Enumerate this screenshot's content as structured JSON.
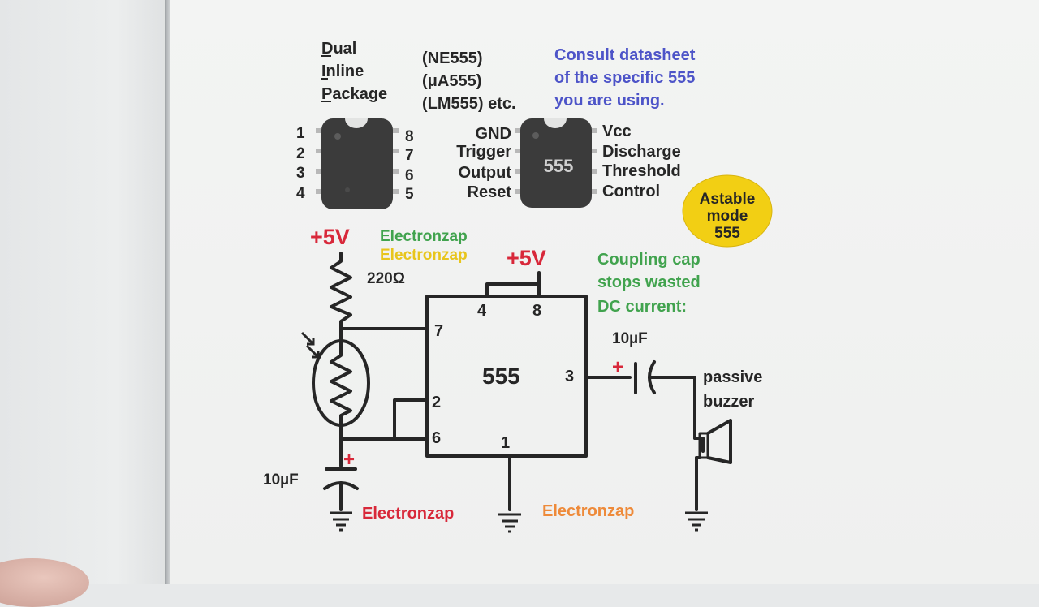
{
  "package_labels": {
    "line1": "Dual",
    "line2": "Inline",
    "line3": "Package"
  },
  "part_numbers": [
    "(NE555)",
    "(μA555)",
    "(LM555) etc."
  ],
  "note": {
    "line1": "Consult datasheet",
    "line2": "of the specific 555",
    "line3": "you are using."
  },
  "dip_pins_left": [
    "1",
    "2",
    "3",
    "4"
  ],
  "dip_pins_right": [
    "8",
    "7",
    "6",
    "5"
  ],
  "pin_names_left": [
    "GND",
    "Trigger",
    "Output",
    "Reset"
  ],
  "pin_names_right": [
    "Vcc",
    "Discharge",
    "Threshold",
    "Control"
  ],
  "chip_label": "555",
  "badge": {
    "line1": "Astable",
    "line2": "mode",
    "line3": "555",
    "color": "#f2cf14"
  },
  "supply_left": "+5V",
  "supply_right": "+5V",
  "watermarks": {
    "top_green": "Electronzap",
    "top_yellow": "Electronzap",
    "bottom_red": "Electronzap",
    "bottom_orange": "Electronzap"
  },
  "coupling_note": {
    "line1": "Coupling cap",
    "line2": "stops wasted",
    "line3": "DC current:"
  },
  "resistor_value": "220Ω",
  "cap_left_value": "10µF",
  "cap_right_value": "10µF",
  "ic": {
    "label": "555",
    "pin4": "4",
    "pin8": "8",
    "pin7": "7",
    "pin2": "2",
    "pin6": "6",
    "pin1": "1",
    "pin3": "3"
  },
  "polarity_mark": "+",
  "buzzer": {
    "line1": "passive",
    "line2": "buzzer"
  },
  "colors": {
    "ink": "#262626",
    "blue": "#4d54c8",
    "green": "#41a34e",
    "yellow": "#e8c51c",
    "red": "#d8283a",
    "orange": "#ee8a3a",
    "chip": "#3b3b3b"
  }
}
